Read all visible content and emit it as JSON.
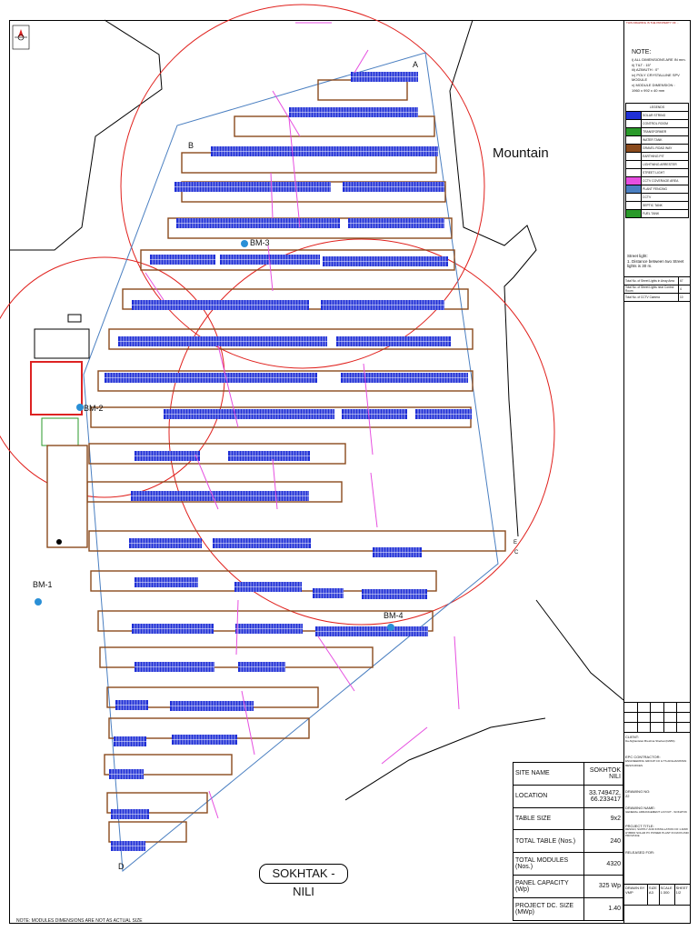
{
  "map_labels": {
    "mountain": "Mountain",
    "corners": [
      "A",
      "B",
      "C",
      "D",
      "E"
    ],
    "bm": [
      "BM-1",
      "BM-2",
      "BM-3",
      "BM-4"
    ],
    "plan_title": "SOKHTAK - NILI"
  },
  "footnote": "NOTE: MODULES DIMENSIONS ARE NOT AS ACTUAL SIZE",
  "title_block": {
    "note_header": "THIS DRAWING IS THE PROPERTY OF ...",
    "notes_title": "NOTE:",
    "notes": [
      "i)   ALL DIMENSIONS ARE IN mm.",
      "ii)  TILT : 15°",
      "iii) AZIMUTH : 0°",
      "iv)  POLY CRYSTALLINE SPV MODULE",
      "v)   MODULE DIMENSION :",
      "     1960 x 992 x 40 mm"
    ],
    "legend_title": "LEGENDS",
    "legend": [
      "SOLAR STRING",
      "CONTROL ROOM",
      "TRANSFORMER",
      "WATER TANK",
      "GRAVEL ROAD WAY",
      "EARTHING PIT",
      "LIGHTNING ARRESTER",
      "STREET LIGHT",
      "CCTV COVERAGE AREA",
      "PLANT FENCING",
      "CCTV",
      "SEPTIC TANK",
      "FUEL TANK"
    ],
    "street_light_title": "Street light:",
    "street_light_note": "1.  Distance between two Street lights is 30 m.",
    "table_rows": [
      {
        "label": "Total No. of Street Lights in Array Area",
        "value": "67"
      },
      {
        "label": "Total No. of Street Lights near Control Room",
        "value": "4"
      },
      {
        "label": "Total No. of CCTV Camera",
        "value": "10"
      }
    ],
    "client_label": "CLIENT:",
    "client_name": "Da Afghanistan Breshna Sherkat (DABS)",
    "epc_label": "EPC CONTRACTOR:",
    "epc_name": "ENGINEERING GROUP CO & TS AFGHANISTAN RESOURCES",
    "drawing_no_label": "DRAWING NO:",
    "drawing_no": "22",
    "drawing_name_label": "DRAWING NAME:",
    "drawing_name": "GENERAL ARRANGEMENT LAYOUT - SOKHTOK",
    "project_title_label": "PROJECT TITLE:",
    "project_title": "DESIGN, SUPPLY AND INSTALLATION OF 1.4MW HYBRID SOLAR PV POWER PLANT IN DAYKUNDI PROVINCE",
    "released_for_label": "RELEASED FOR:",
    "bottom": [
      {
        "label": "DRAWN BY",
        "value": "VMP"
      },
      {
        "label": "SIZE",
        "value": "A3"
      },
      {
        "label": "SCALE",
        "value": "1:300"
      },
      {
        "label": "SHEET",
        "value": "1/2"
      }
    ]
  },
  "summary": [
    {
      "label": "SITE NAME",
      "value": "SOKHTOK NILI"
    },
    {
      "label": "LOCATION",
      "value": "33.749472, 66.233417"
    },
    {
      "label": "TABLE SIZE",
      "value": "9x2"
    },
    {
      "label": "TOTAL TABLE (Nos.)",
      "value": "240"
    },
    {
      "label": "TOTAL MODULES (Nos.)",
      "value": "4320"
    },
    {
      "label": "PANEL CAPACITY (Wp)",
      "value": "325 Wp"
    },
    {
      "label": "PROJECT DC. SIZE (MWp)",
      "value": "1.40"
    }
  ],
  "colors": {
    "fence": "#4a7fc1",
    "circle": "#e0201c",
    "road": "#8a4a1c",
    "panel": "#1f2fd6",
    "cable": "#e64fe0",
    "cctv": "#2a9a2a"
  }
}
